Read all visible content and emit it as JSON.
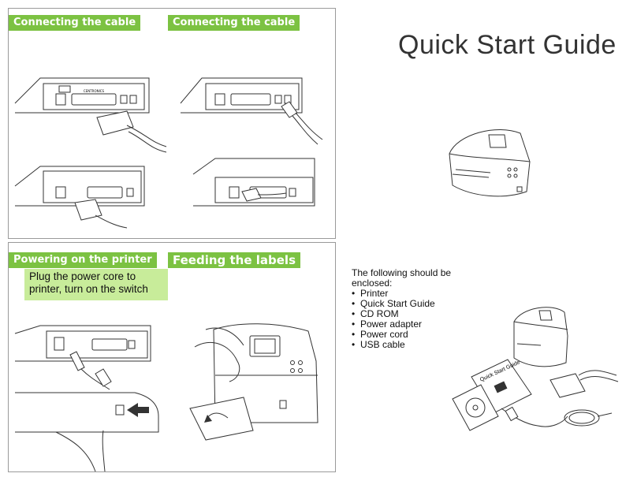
{
  "document": {
    "title": "Quick Start Guide",
    "sections": {
      "connecting_1": "Connecting the cable",
      "connecting_2": "Connecting the cable",
      "powering": "Powering on the printer",
      "feeding": "Feeding the labels"
    },
    "power_note": {
      "line1": "Plug the power core to",
      "line2": "printer, turn on the switch"
    },
    "port_label": "CENTRONICS",
    "enclosed": {
      "heading_line1": "The following should be",
      "heading_line2": "enclosed:",
      "items": [
        "Printer",
        "Quick Start Guide",
        "CD ROM",
        "Power adapter",
        "Power cord",
        "USB cable"
      ]
    },
    "booklet_title": "Quick Start Guide"
  },
  "colors": {
    "section_tag": "#7cc242",
    "note_bg": "#c8ec9a"
  },
  "icons": [
    "usb-cable-icon",
    "parallel-cable-icon",
    "serial-cable-icon",
    "arrow-left-icon",
    "printer-illustration",
    "cd-rom-icon",
    "power-adapter-icon",
    "power-cord-icon"
  ]
}
